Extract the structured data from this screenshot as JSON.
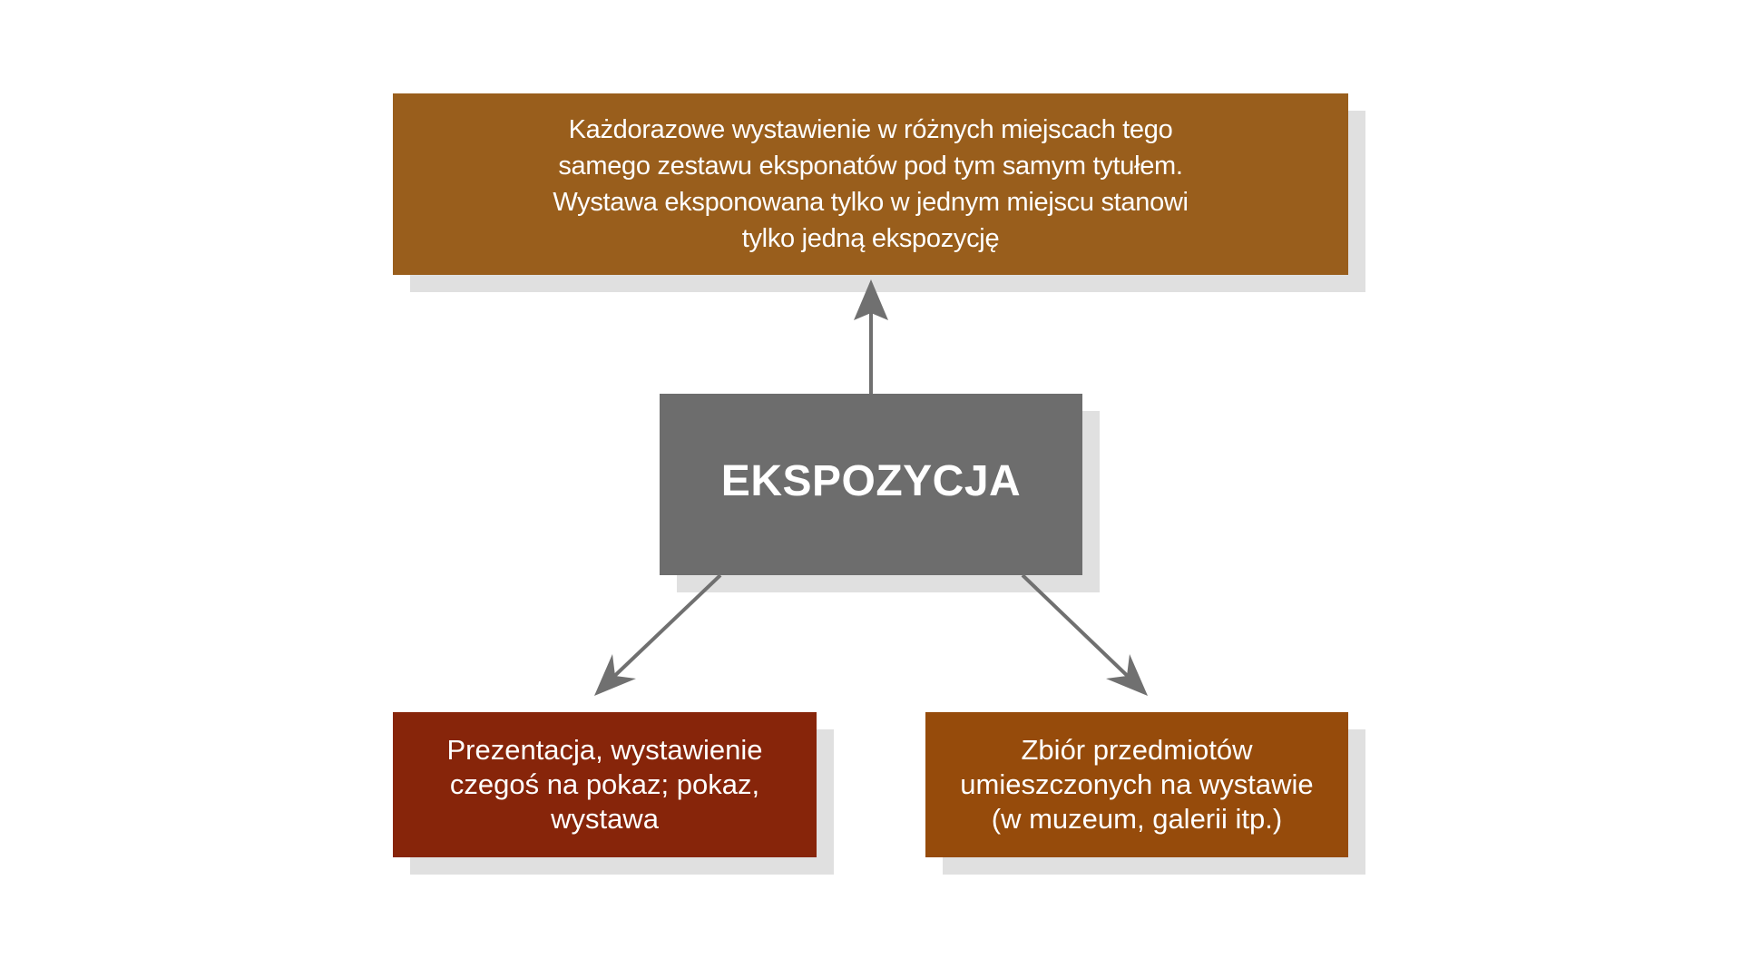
{
  "diagram": {
    "center": {
      "label": "EKSPOZYCJA",
      "color": "#6d6d6d"
    },
    "top": {
      "text": "Każdorazowe wystawienie w różnych miejscach tego\nsamego zestawu eksponatów pod tym samym tytułem.\nWystawa eksponowana tylko w jednym miejscu stanowi\ntylko jedną ekspozycję",
      "color": "#995e1c"
    },
    "bottom_left": {
      "text": "Prezentacja, wystawienie\nczegoś na pokaz; pokaz,\nwystawa",
      "color": "#87250a"
    },
    "bottom_right": {
      "text": "Zbiór przedmiotów\numieszczonych na wystawie\n(w muzeum, galerii itp.)",
      "color": "#964b0b"
    },
    "arrow_color": "#707070",
    "shadow_color": "#e0e0e0",
    "edges": [
      {
        "from": "center",
        "to": "top"
      },
      {
        "from": "center",
        "to": "bottom_left"
      },
      {
        "from": "center",
        "to": "bottom_right"
      }
    ]
  }
}
